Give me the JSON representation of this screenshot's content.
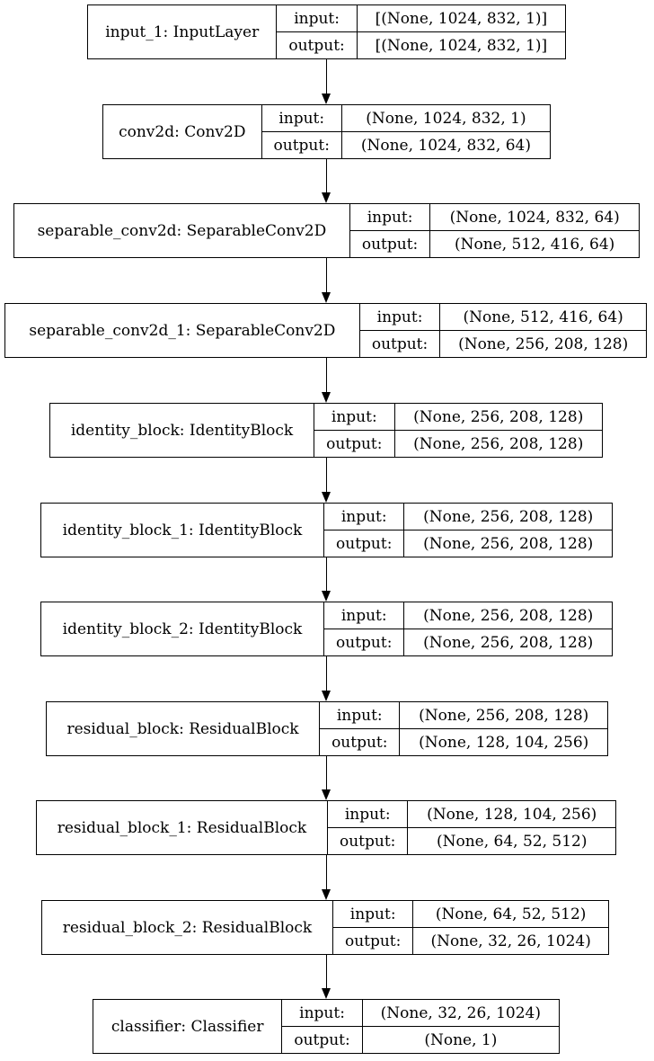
{
  "diagram": {
    "nodes": [
      {
        "name": "input_1: InputLayer",
        "input_label": "input:",
        "output_label": "output:",
        "input_shape": "[(None, 1024, 832, 1)]",
        "output_shape": "[(None, 1024, 832, 1)]"
      },
      {
        "name": "conv2d: Conv2D",
        "input_label": "input:",
        "output_label": "output:",
        "input_shape": "(None, 1024, 832, 1)",
        "output_shape": "(None, 1024, 832, 64)"
      },
      {
        "name": "separable_conv2d: SeparableConv2D",
        "input_label": "input:",
        "output_label": "output:",
        "input_shape": "(None, 1024, 832, 64)",
        "output_shape": "(None, 512, 416, 64)"
      },
      {
        "name": "separable_conv2d_1: SeparableConv2D",
        "input_label": "input:",
        "output_label": "output:",
        "input_shape": "(None, 512, 416, 64)",
        "output_shape": "(None, 256, 208, 128)"
      },
      {
        "name": "identity_block: IdentityBlock",
        "input_label": "input:",
        "output_label": "output:",
        "input_shape": "(None, 256, 208, 128)",
        "output_shape": "(None, 256, 208, 128)"
      },
      {
        "name": "identity_block_1: IdentityBlock",
        "input_label": "input:",
        "output_label": "output:",
        "input_shape": "(None, 256, 208, 128)",
        "output_shape": "(None, 256, 208, 128)"
      },
      {
        "name": "identity_block_2: IdentityBlock",
        "input_label": "input:",
        "output_label": "output:",
        "input_shape": "(None, 256, 208, 128)",
        "output_shape": "(None, 256, 208, 128)"
      },
      {
        "name": "residual_block: ResidualBlock",
        "input_label": "input:",
        "output_label": "output:",
        "input_shape": "(None, 256, 208, 128)",
        "output_shape": "(None, 128, 104, 256)"
      },
      {
        "name": "residual_block_1: ResidualBlock",
        "input_label": "input:",
        "output_label": "output:",
        "input_shape": "(None, 128, 104, 256)",
        "output_shape": "(None, 64, 52, 512)"
      },
      {
        "name": "residual_block_2: ResidualBlock",
        "input_label": "input:",
        "output_label": "output:",
        "input_shape": "(None, 64, 52, 512)",
        "output_shape": "(None, 32, 26, 1024)"
      },
      {
        "name": "classifier: Classifier",
        "input_label": "input:",
        "output_label": "output:",
        "input_shape": "(None, 32, 26, 1024)",
        "output_shape": "(None, 1)"
      }
    ]
  }
}
